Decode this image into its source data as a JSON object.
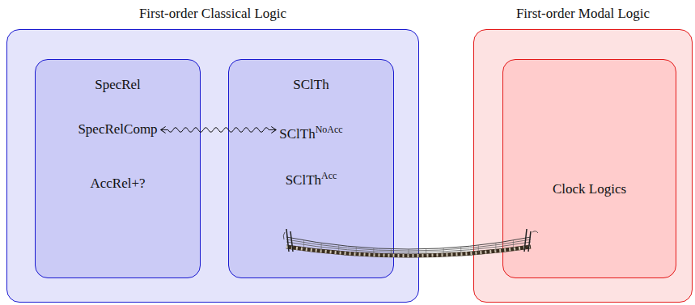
{
  "diagram": {
    "nodes": [
      {
        "text": [
          "First-order Classical Logic"
        ]
      },
      {
        "text": [
          "SpecRel",
          "SpecRelComp",
          "AccRel+?"
        ],
        "in": 0
      },
      {
        "text": [
          "SClTh",
          "SClTh",
          "NoAcc",
          "SClTh",
          "Acc"
        ],
        "in": 0
      },
      {
        "text": [
          "First-order Modal Logic"
        ]
      },
      {
        "text": [
          "Clock Logics"
        ],
        "in": 3
      }
    ],
    "edges": [
      {
        "from": 1,
        "to": 2,
        "arrow": "both"
      },
      {
        "from": 2,
        "to": 4,
        "arrow": "none"
      }
    ]
  }
}
